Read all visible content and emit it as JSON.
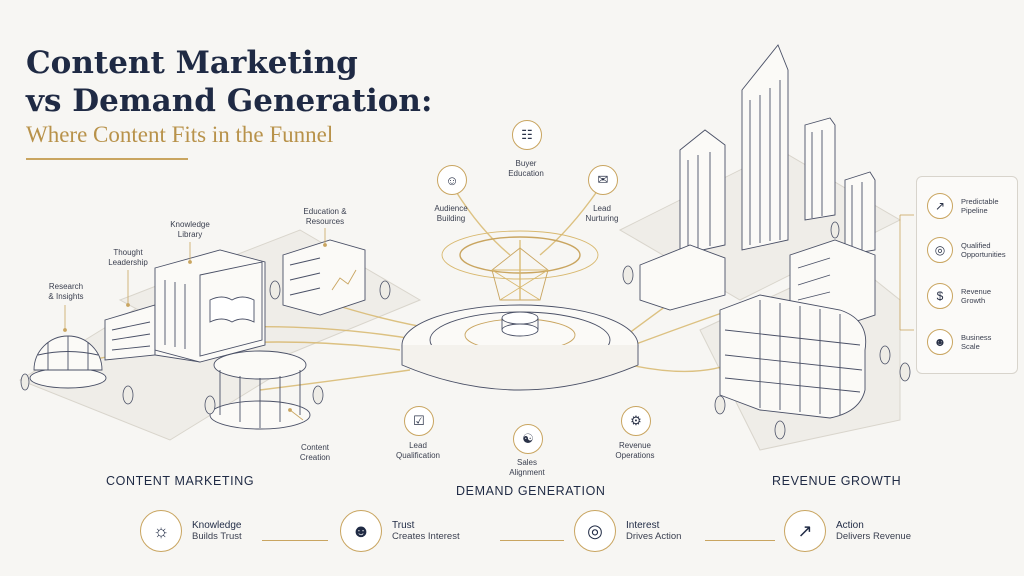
{
  "title": {
    "line1": "Content Marketing",
    "line2": "vs Demand Generation:"
  },
  "subtitle": "Where Content Fits in the Funnel",
  "sections": {
    "content_marketing": "CONTENT MARKETING",
    "demand_generation": "DEMAND GENERATION",
    "revenue_growth": "REVENUE GROWTH"
  },
  "content_labels": {
    "research": "Research\n& Insights",
    "thought": "Thought\nLeadership",
    "knowledge": "Knowledge\nLibrary",
    "education": "Education &\nResources",
    "creation": "Content\nCreation"
  },
  "demand_nodes": {
    "audience": "Audience\nBuilding",
    "buyer": "Buyer\nEducation",
    "nurturing": "Lead\nNurturing",
    "qualification": "Lead\nQualification",
    "sales": "Sales\nAlignment",
    "revenue_ops": "Revenue\nOperations"
  },
  "revenue_panel": [
    {
      "icon": "chart-up-icon",
      "text": "Predictable\nPipeline"
    },
    {
      "icon": "target-icon",
      "text": "Qualified\nOpportunities"
    },
    {
      "icon": "dollar-icon",
      "text": "Revenue\nGrowth"
    },
    {
      "icon": "people-icon",
      "text": "Business\nScale"
    }
  ],
  "bottom_steps": [
    {
      "icon": "lightbulb-icon",
      "line1": "Knowledge",
      "line2": "Builds Trust"
    },
    {
      "icon": "people-icon",
      "line1": "Trust",
      "line2": "Creates Interest"
    },
    {
      "icon": "target-icon",
      "line1": "Interest",
      "line2": "Drives Action"
    },
    {
      "icon": "chart-up-icon",
      "line1": "Action",
      "line2": "Delivers Revenue"
    }
  ],
  "colors": {
    "navy": "#1f2a44",
    "gold": "#c9a560",
    "background": "#f7f6f3"
  }
}
